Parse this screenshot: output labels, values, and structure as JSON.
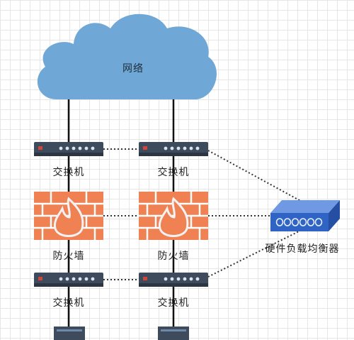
{
  "diagram": {
    "cloud_label": "网络",
    "switches": [
      {
        "label": "交换机"
      },
      {
        "label": "交换机"
      },
      {
        "label": "交换机"
      },
      {
        "label": "交换机"
      }
    ],
    "firewalls": [
      {
        "label": "防火墙"
      },
      {
        "label": "防火墙"
      }
    ],
    "load_balancer": {
      "label": "硬件负载均衡器"
    }
  },
  "colors": {
    "cloud": "#6fa8d6",
    "switch_body": "#3d4b5c",
    "firewall_brick": "#ef8153",
    "firewall_flame": "#f2f2f2",
    "load_balancer": "#2f63c4"
  },
  "icons": [
    "cloud-icon",
    "switch-icon",
    "firewall-icon",
    "load-balancer-icon",
    "server-icon"
  ]
}
